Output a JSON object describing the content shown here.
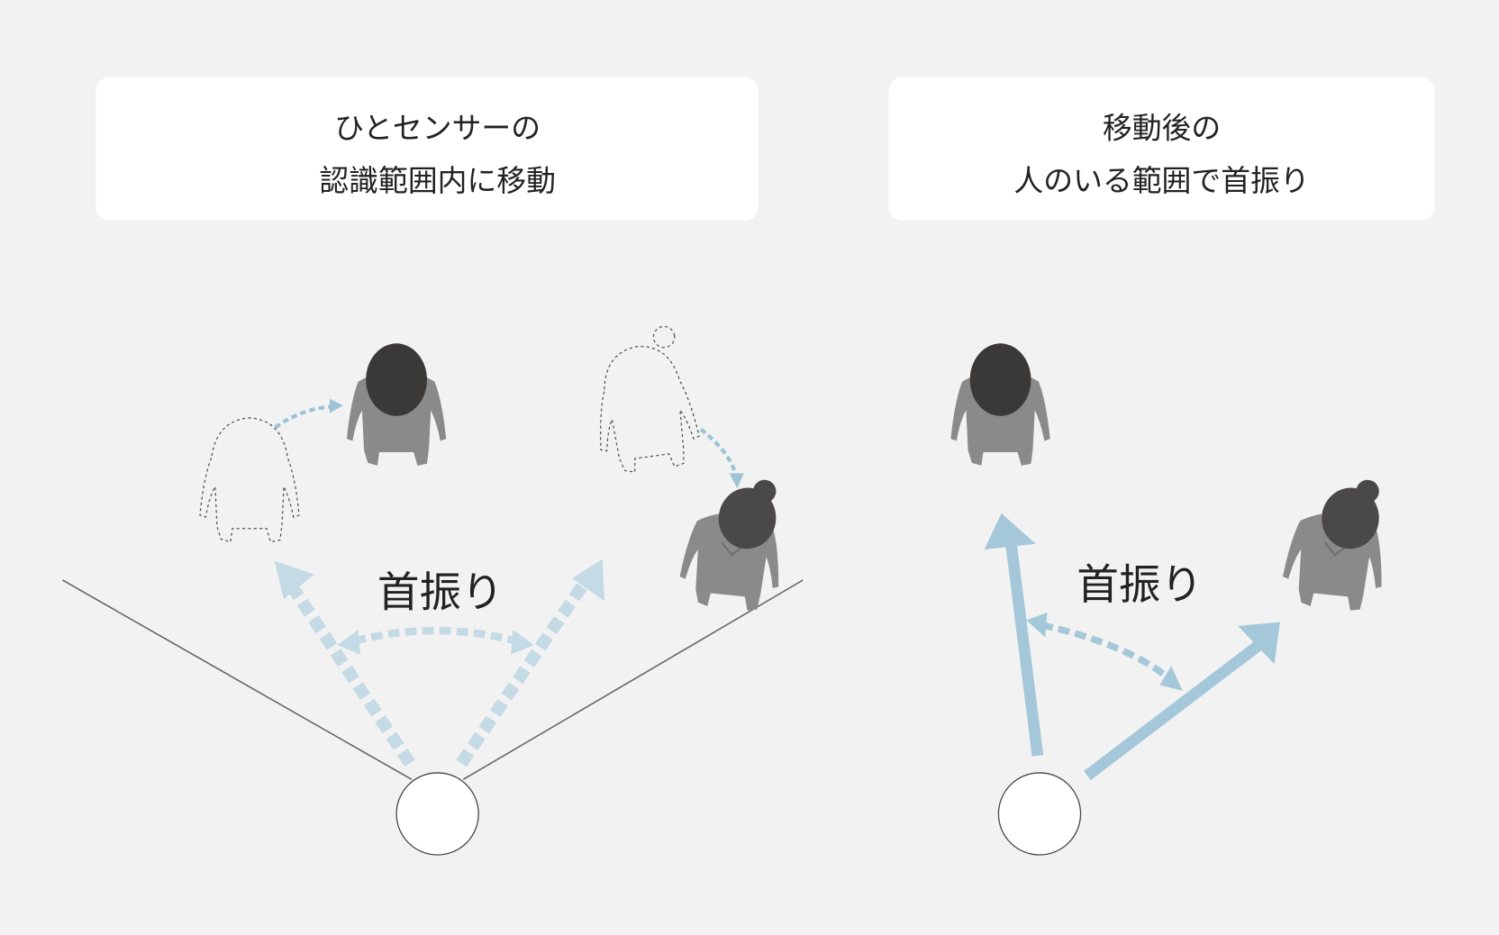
{
  "left_panel": {
    "title_line1": "ひとセンサーの",
    "title_line2": "認識範囲内に移動",
    "swing_label": "首振り"
  },
  "right_panel": {
    "title_line1": "移動後の",
    "title_line2": "人のいる範囲で首振り",
    "swing_label": "首振り"
  },
  "colors": {
    "background": "#f2f2f2",
    "card": "#ffffff",
    "arrow_light": "#c4dae5",
    "arrow_solid": "#a4c8da",
    "person_body": "#8a8a8a",
    "person_head": "#3b3838"
  }
}
